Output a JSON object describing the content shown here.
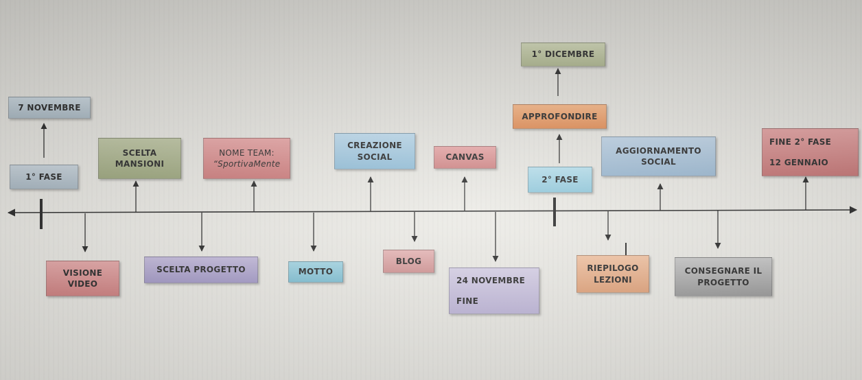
{
  "phase_start": {
    "label": "1° FASE"
  },
  "start_date": {
    "label": "7 NOVEMBRE"
  },
  "phase_two": {
    "label": "2° FASE"
  },
  "deepen": {
    "label": "APPROFONDIRE"
  },
  "december": {
    "label": "1° DICEMBRE"
  },
  "end_phase": {
    "line1": "FINE 2° FASE",
    "line2": "12 GENNAIO"
  },
  "above": {
    "mansioni": {
      "line1": "SCELTA",
      "line2": "MANSIONI"
    },
    "team": {
      "line1": "NOME TEAM:",
      "line2": "“SportivaMente"
    },
    "social": {
      "line1": "CREAZIONE",
      "line2": "SOCIAL"
    },
    "canvas": {
      "label": "CANVAS"
    },
    "update_social": {
      "line1": "AGGIORNAMENTO",
      "line2": "SOCIAL"
    }
  },
  "below": {
    "video": {
      "line1": "VISIONE",
      "line2": "VIDEO"
    },
    "project": {
      "label": "SCELTA PROGETTO"
    },
    "motto": {
      "label": "MOTTO"
    },
    "blog": {
      "label": "BLOG"
    },
    "november": {
      "line1": "24 NOVEMBRE",
      "line2": "FINE"
    },
    "recap": {
      "line1": "RIEPILOGO",
      "line2": "LEZIONI"
    },
    "deliver": {
      "line1": "CONSEGNARE IL",
      "line2": "PROGETTO"
    }
  },
  "colors": {
    "gray_blue": "#b9c6cf",
    "green": "#aeb795",
    "red": "#d98e8e",
    "blue": "#a8cbe0",
    "orange": "#e9a06f",
    "cyan": "#a9d6e6",
    "purple": "#b7aed0",
    "teal": "#8fcadb",
    "line": "#2a2a2a"
  }
}
